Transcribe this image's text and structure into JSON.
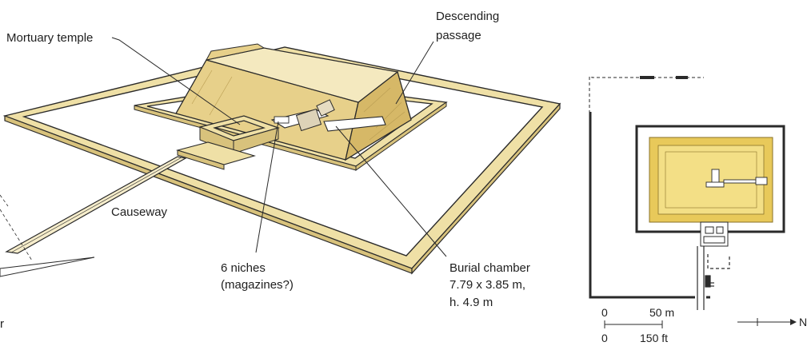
{
  "colors": {
    "wall": "#efe0a6",
    "wall_dark": "#d8c27c",
    "pyramid": "#e7d08a",
    "pyramid_shade": "#d6b867",
    "plan_fill": "#e8c95a",
    "plan_fill_light": "#f3df86",
    "line": "#2a2a2a"
  },
  "labels": {
    "mortuary_temple": "Mortuary temple",
    "descending_passage_1": "Descending",
    "descending_passage_2": "passage",
    "causeway": "Causeway",
    "niches_1": "6 niches",
    "niches_2": "(magazines?)",
    "burial_1": "Burial chamber",
    "burial_2": "7.79 x 3.85 m,",
    "burial_3": "h. 4.9 m",
    "edge_fragment": "r"
  },
  "scale": {
    "zero_m": "0",
    "fifty_m": "50 m",
    "zero_ft": "0",
    "one_fifty_ft": "150 ft",
    "north": "N"
  }
}
